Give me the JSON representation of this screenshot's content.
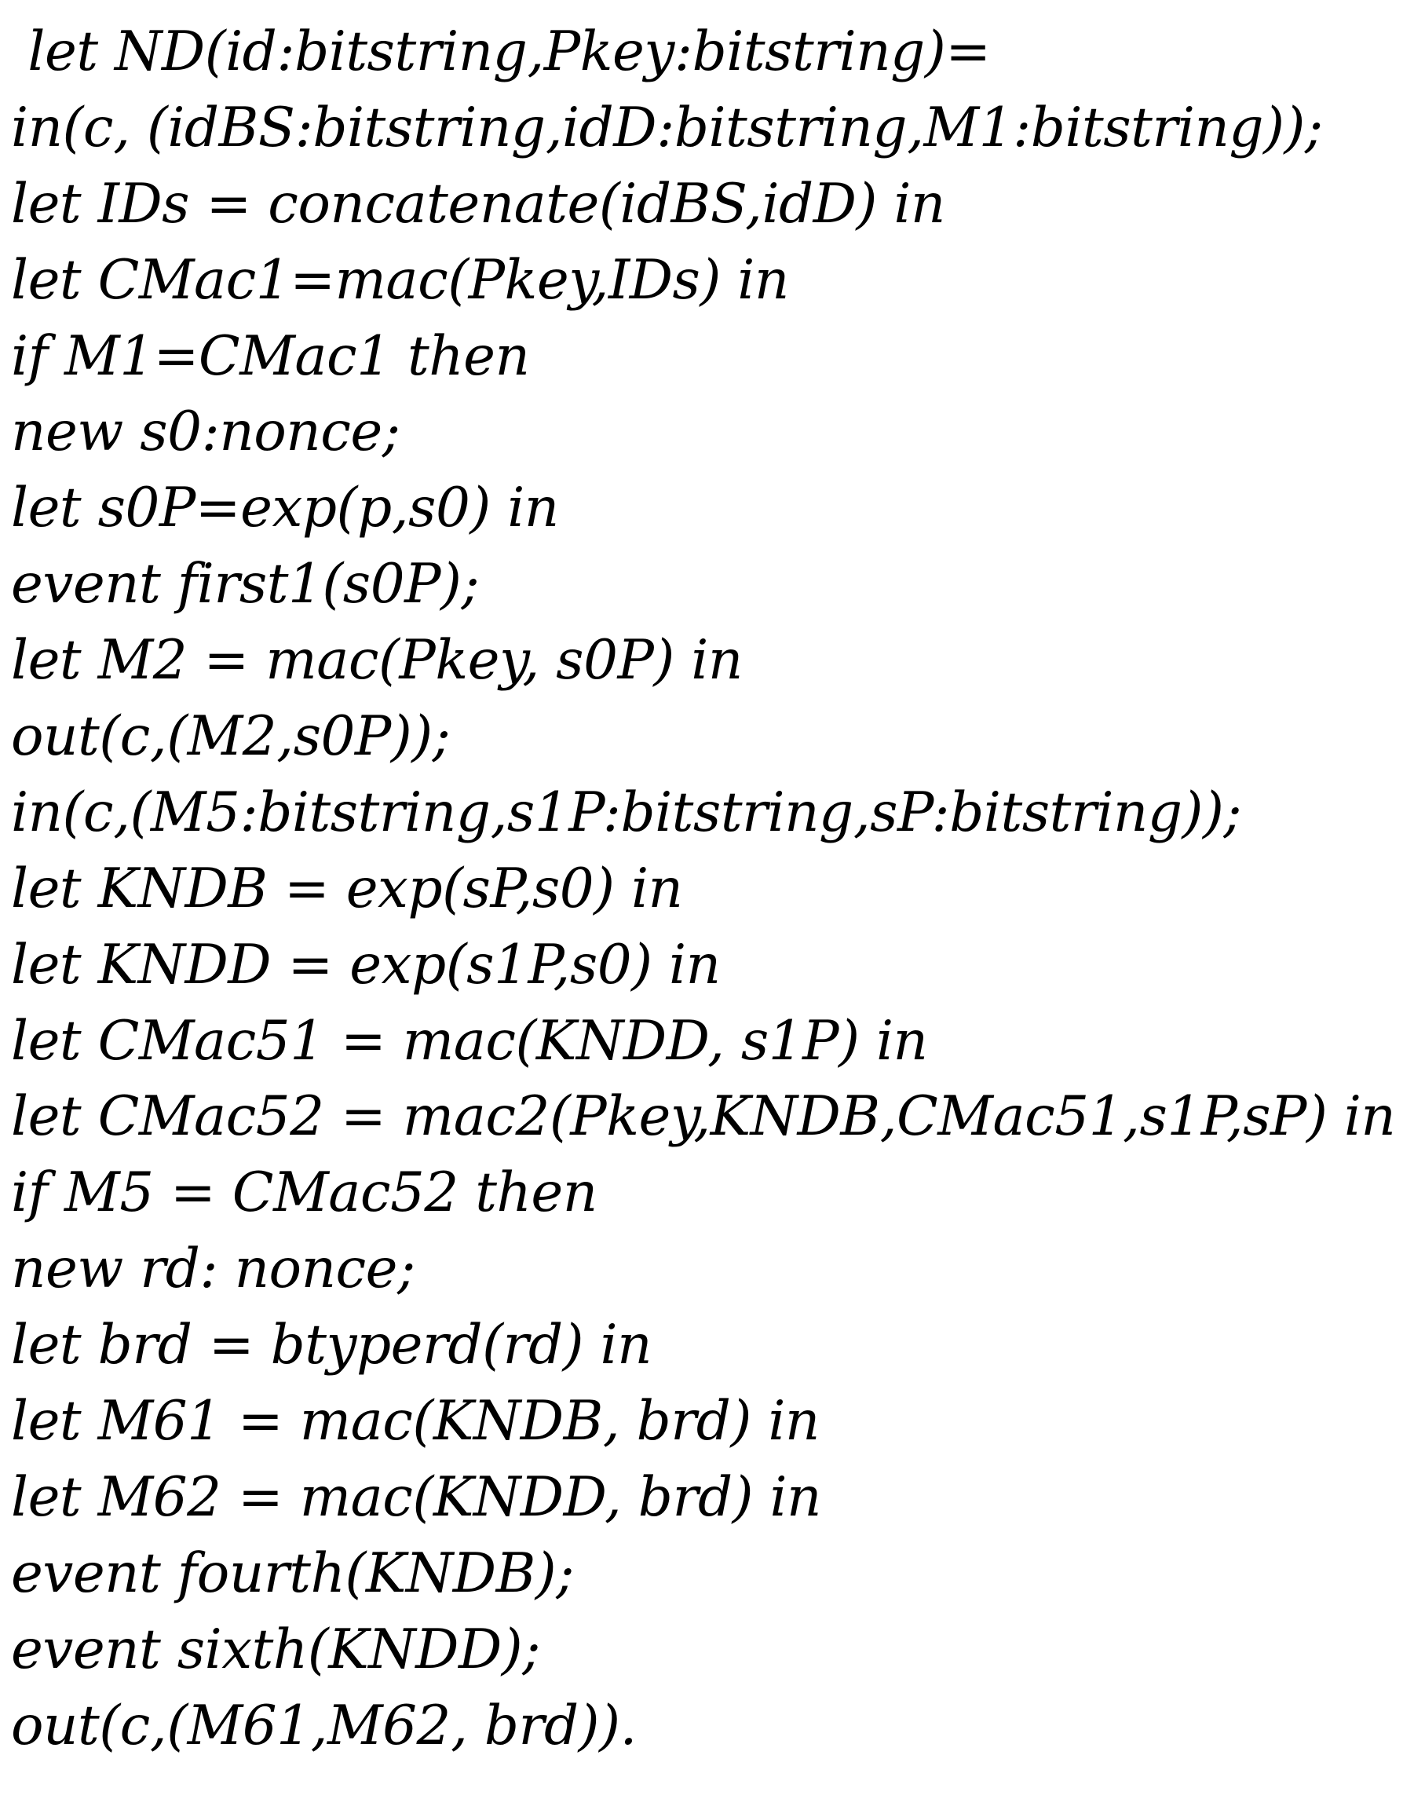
{
  "code_listing": {
    "lines": [
      " let ND(id:bitstring,Pkey:bitstring)=",
      "in(c, (idBS:bitstring,idD:bitstring,M1:bitstring));",
      "let IDs = concatenate(idBS,idD) in",
      "let CMac1=mac(Pkey,IDs) in",
      "if M1=CMac1 then",
      "new s0:nonce;",
      "let s0P=exp(p,s0) in",
      "event first1(s0P);",
      "let M2 = mac(Pkey, s0P) in",
      "out(c,(M2,s0P));",
      "in(c,(M5:bitstring,s1P:bitstring,sP:bitstring));",
      "let KNDB = exp(sP,s0) in",
      "let KNDD = exp(s1P,s0) in",
      "let CMac51 = mac(KNDD, s1P) in",
      "let CMac52 = mac2(Pkey,KNDB,CMac51,s1P,sP) in",
      "if M5 = CMac52 then",
      "new rd: nonce;",
      "let brd = btyperd(rd) in",
      "let M61 = mac(KNDB, brd) in",
      "let M62 = mac(KNDD, brd) in",
      "event fourth(KNDB);",
      "event sixth(KNDD);",
      "out(c,(M61,M62, brd))."
    ]
  }
}
